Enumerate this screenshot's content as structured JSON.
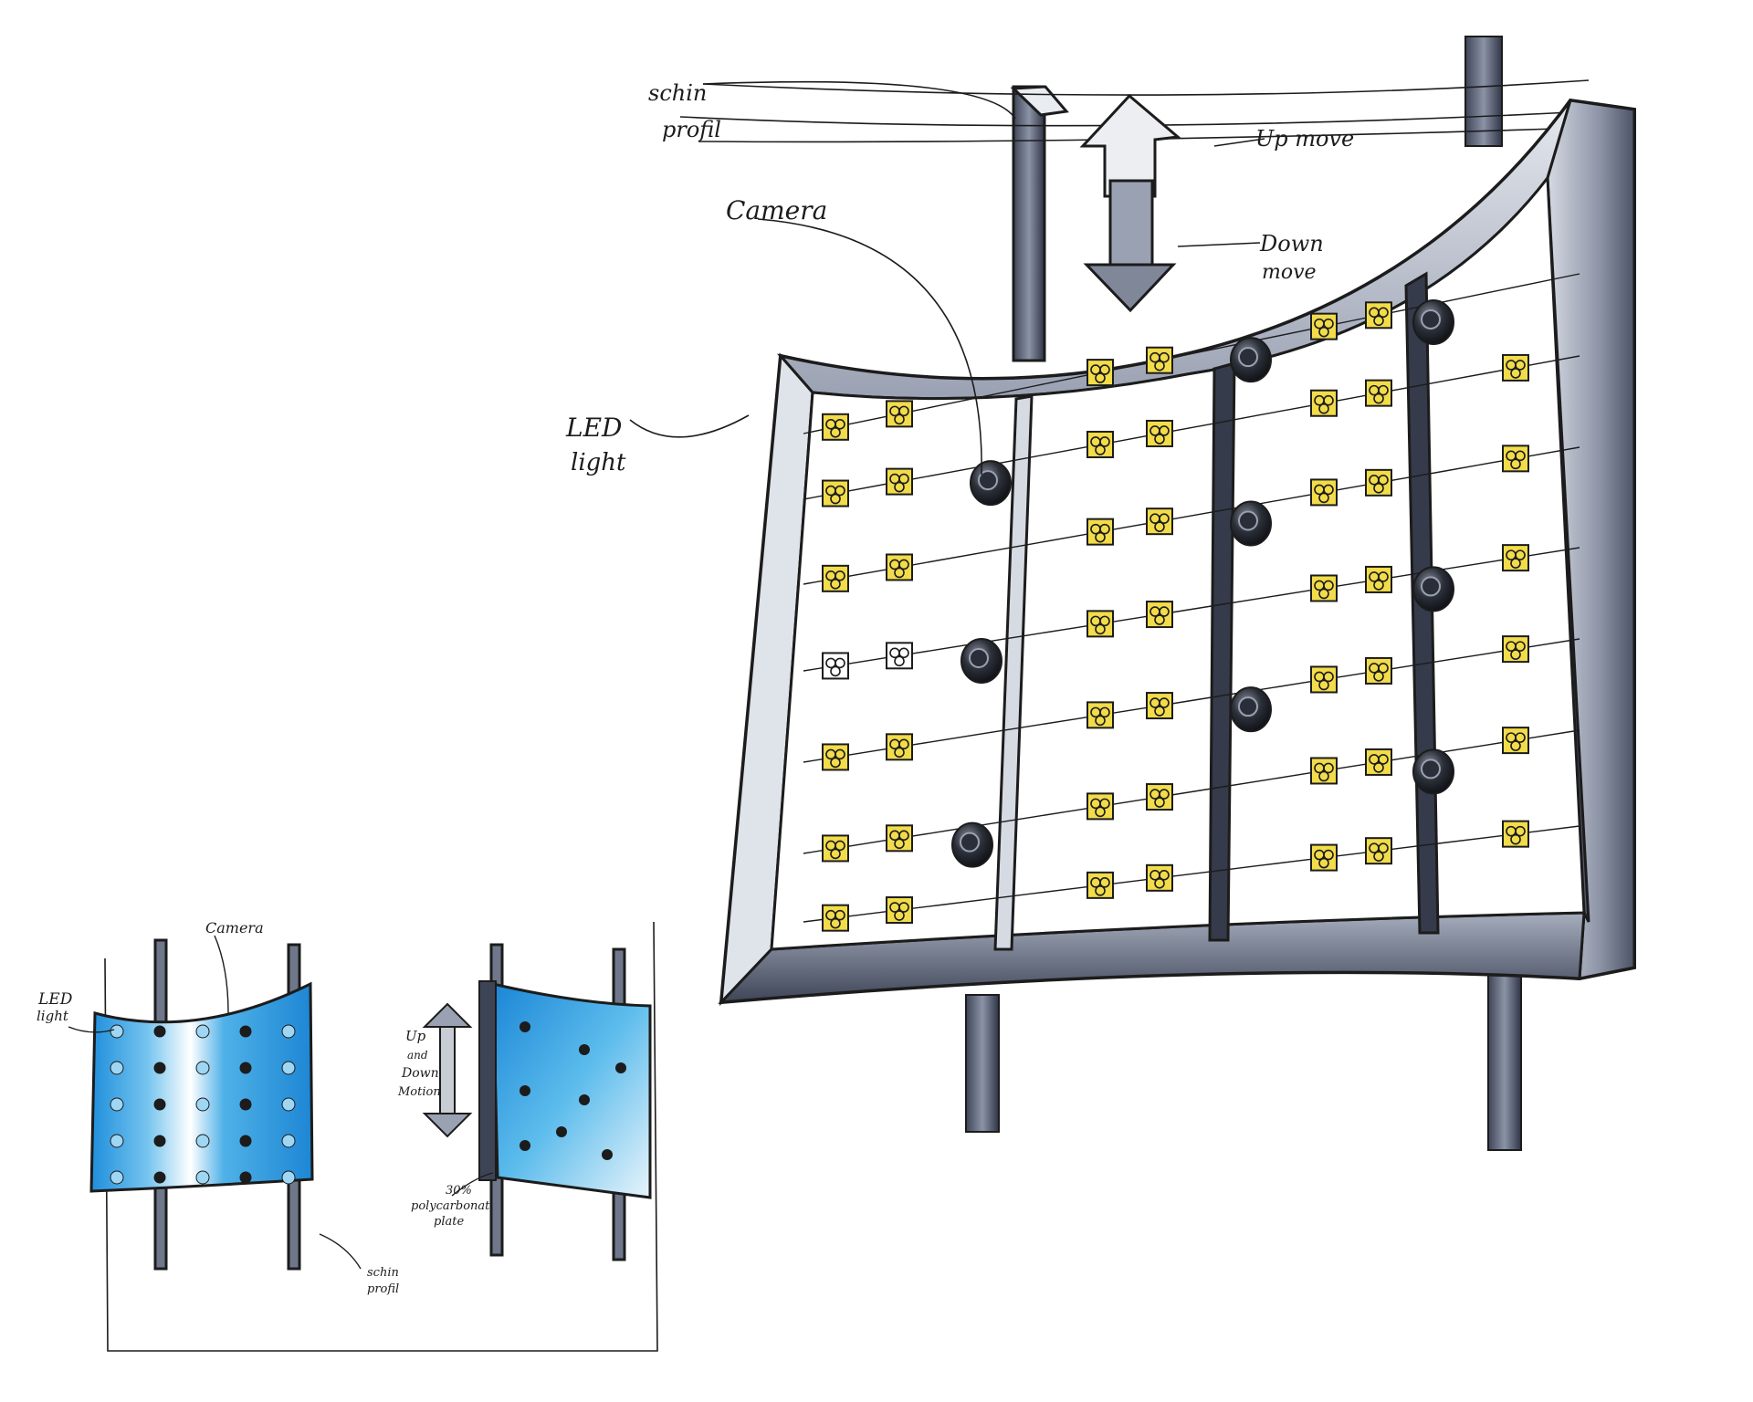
{
  "labels": {
    "schin_profil_1": "schin",
    "schin_profil_2": "profil",
    "up_move": "Up move",
    "down_move_1": "Down",
    "down_move_2": "move",
    "camera": "Camera",
    "led_light_1": "LED",
    "led_light_2": "light"
  },
  "small_sketch": {
    "camera": "Camera",
    "led_light_1": "LED",
    "led_light_2": "light",
    "up_down_1": "Up",
    "up_down_2": "and",
    "up_down_3": "Down",
    "up_down_4": "Motion",
    "plate_1": "30%",
    "plate_2": "polycarbonat",
    "plate_3": "plate",
    "schin_profil_1": "schin",
    "schin_profil_2": "profil"
  },
  "colors": {
    "frame_light": "#cdd2dc",
    "frame_dark": "#5a6276",
    "ink": "#1c1c1c",
    "led_yellow": "#f2dc4a",
    "panel_blue": "#2f9be0",
    "panel_white": "#eef3f7",
    "led_grid_columns": 4,
    "led_grid_rows": 7
  }
}
